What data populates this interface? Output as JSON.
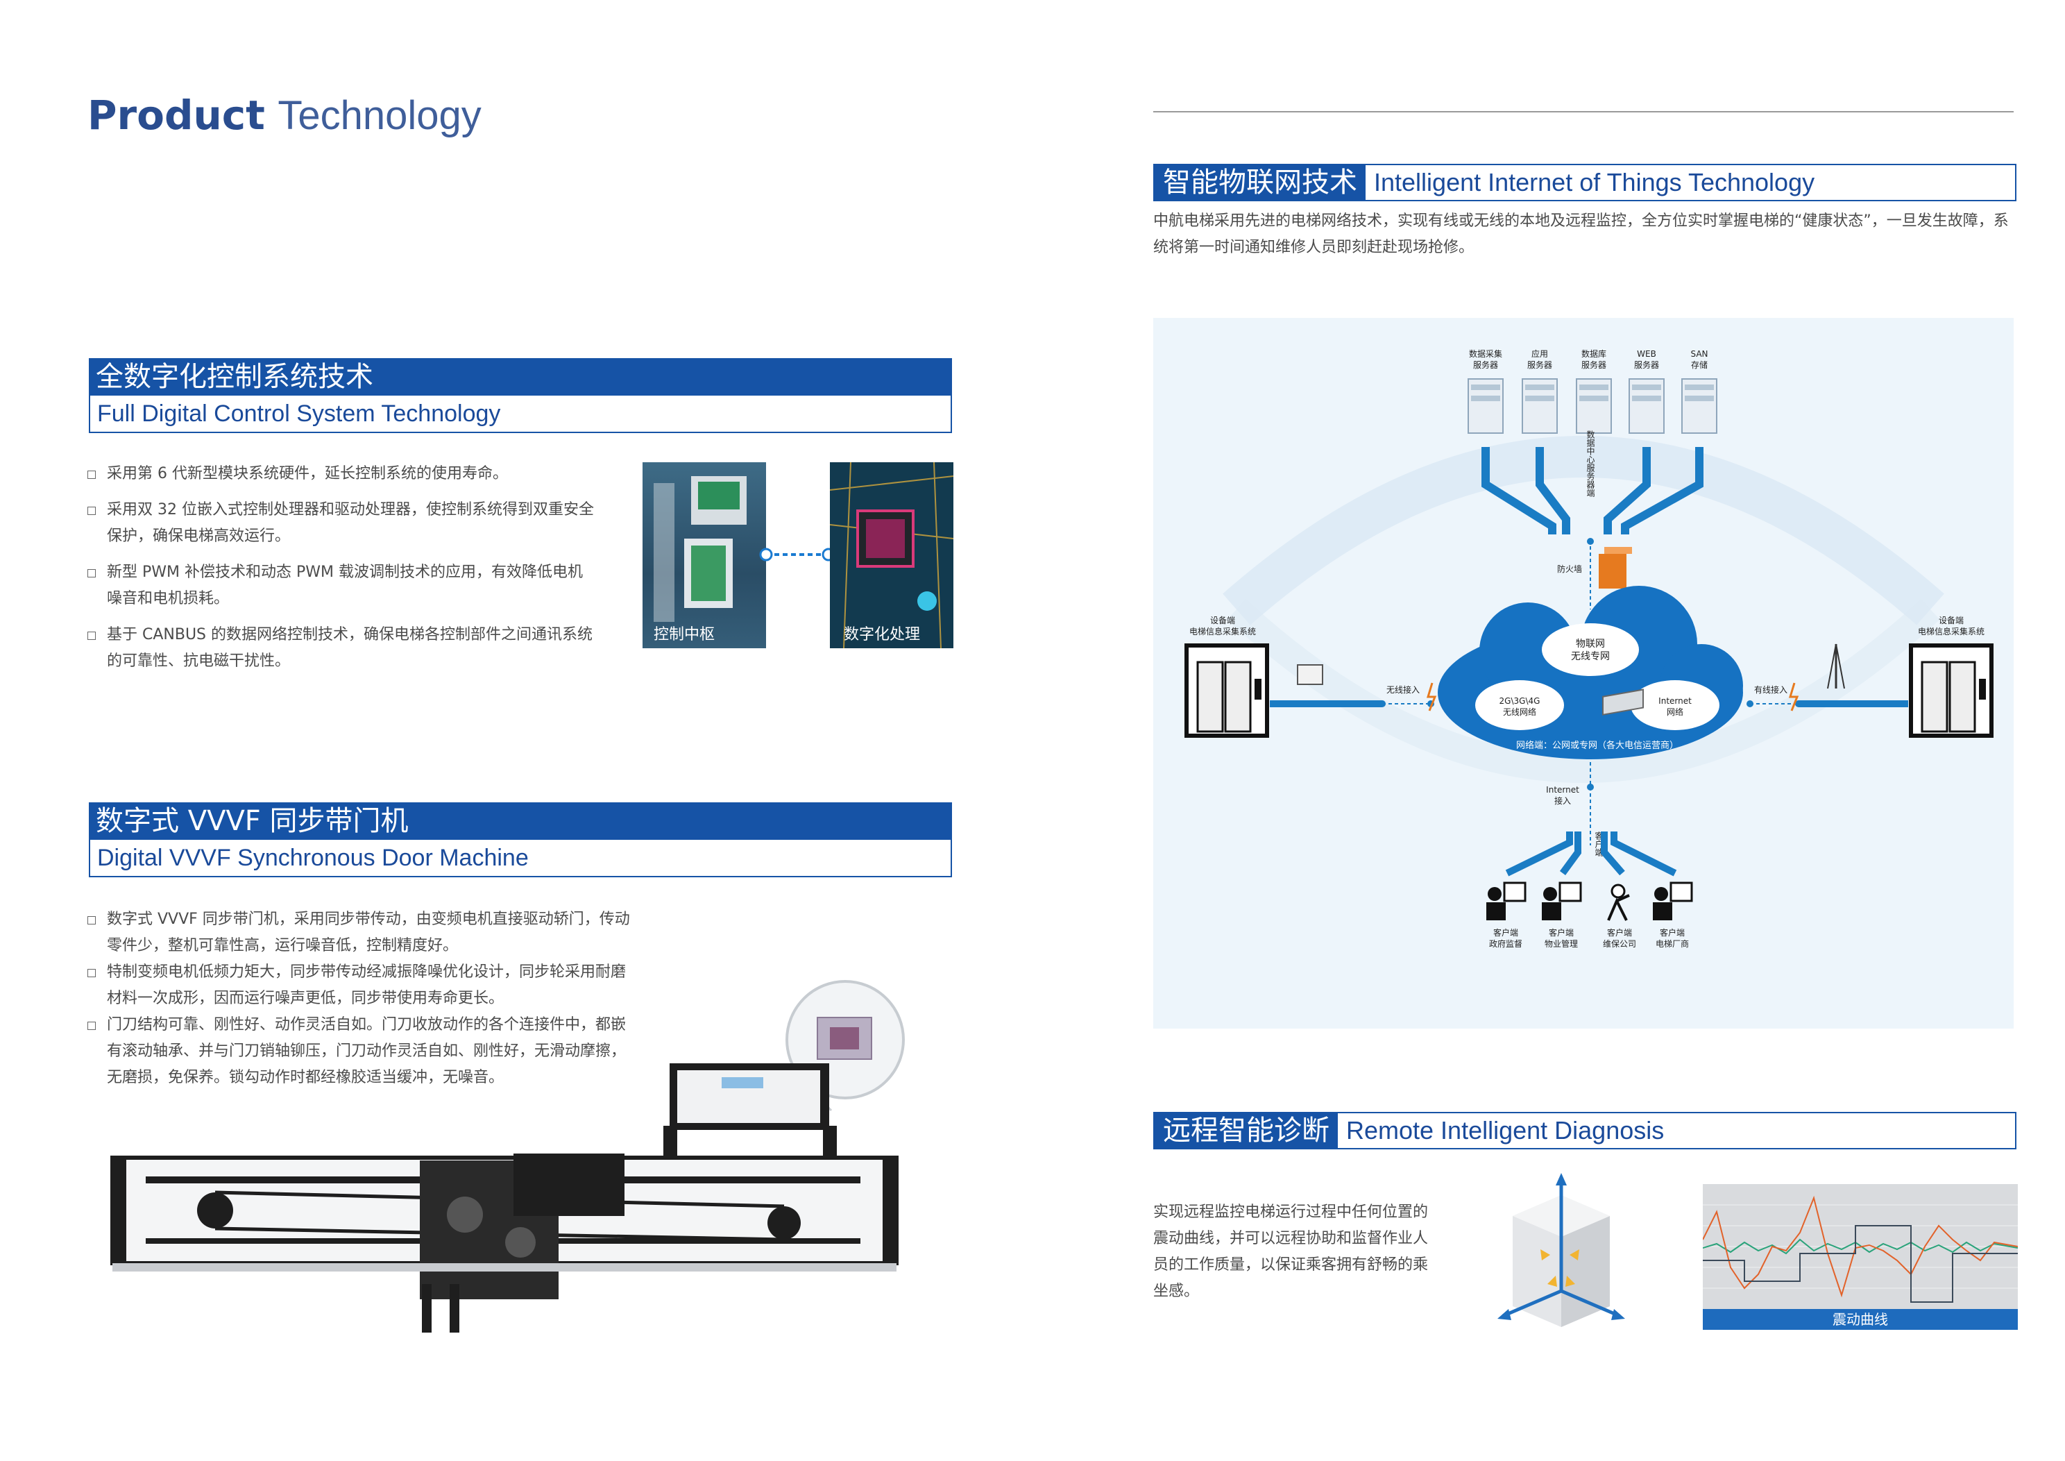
{
  "page_title": {
    "bold": "Product",
    "light": "Technology"
  },
  "digital_control": {
    "cn": "全数字化控制系统技术",
    "en": "Full Digital Control System Technology",
    "bullets": [
      "采用第 6 代新型模块系统硬件，延长控制系统的使用寿命。",
      "采用双 32 位嵌入式控制处理器和驱动处理器，使控制系统得到双重安全保护，确保电梯高效运行。",
      "新型 PWM 补偿技术和动态 PWM 载波调制技术的应用，有效降低电机噪音和电机损耗。",
      "基于 CANBUS 的数据网络控制技术，确保电梯各控制部件之间通讯系统的可靠性、抗电磁干扰性。"
    ],
    "captions": {
      "control": "控制中枢",
      "digital": "数字化处理"
    }
  },
  "door_machine": {
    "cn": "数字式 VVVF 同步带门机",
    "en": "Digital VVVF Synchronous Door Machine",
    "bullets": [
      "数字式 VVVF 同步带门机，采用同步带传动，由变频电机直接驱动轿门，传动零件少，整机可靠性高，运行噪音低，控制精度好。",
      "特制变频电机低频力矩大，同步带传动经减振降噪优化设计，同步轮采用耐磨材料一次成形，因而运行噪声更低，同步带使用寿命更长。",
      "门刀结构可靠、刚性好、动作灵活自如。门刀收放动作的各个连接件中，都嵌有滚动轴承、并与门刀销轴铆压，门刀动作灵活自如、刚性好，无滑动摩擦，无磨损，免保养。锁勾动作时都经橡胶适当缓冲，无噪音。"
    ]
  },
  "iot": {
    "cn": "智能物联网技术",
    "en": "Intelligent Internet of Things Technology",
    "desc": "中航电梯采用先进的电梯网络技术，实现有线或无线的本地及远程监控，全方位实时掌握电梯的“健康状态”，一旦发生故障，系统将第一时间通知维修人员即刻赶赴现场抢修。",
    "diagram": {
      "servers": [
        {
          "l1": "数据采集",
          "l2": "服务器"
        },
        {
          "l1": "应用",
          "l2": "服务器"
        },
        {
          "l1": "数据库",
          "l2": "服务器"
        },
        {
          "l1": "WEB",
          "l2": "服务器"
        },
        {
          "l1": "SAN",
          "l2": "存储"
        }
      ],
      "datacenter": "数据中心服务器端",
      "firewall": "防火墙",
      "left_device": {
        "l1": "设备端",
        "l2": "电梯信息采集系统"
      },
      "right_device": {
        "l1": "设备端",
        "l2": "电梯信息采集系统"
      },
      "wireless": "无线接入",
      "wired": "有线接入",
      "cloud_iot": {
        "l1": "物联网",
        "l2": "无线专网"
      },
      "cloud_mobile": {
        "l1": "2G\\3G\\4G",
        "l2": "无线网络"
      },
      "cloud_internet": {
        "l1": "Internet",
        "l2": "网络"
      },
      "network_label": "网络端：公网或专网（各大电信运营商）",
      "internet_access": {
        "l1": "Internet",
        "l2": "接入"
      },
      "client_side": "客户端",
      "clients": [
        {
          "l1": "客户端",
          "l2": "政府监督"
        },
        {
          "l1": "客户端",
          "l2": "物业管理"
        },
        {
          "l1": "客户端",
          "l2": "维保公司"
        },
        {
          "l1": "客户端",
          "l2": "电梯厂商"
        }
      ]
    }
  },
  "remote": {
    "cn": "远程智能诊断",
    "en": "Remote Intelligent Diagnosis",
    "desc": "实现远程监控电梯运行过程中任何位置的震动曲线，并可以远程协助和监督作业人员的工作质量，以保证乘客拥有舒畅的乘坐感。",
    "chart_caption": "震动曲线"
  }
}
